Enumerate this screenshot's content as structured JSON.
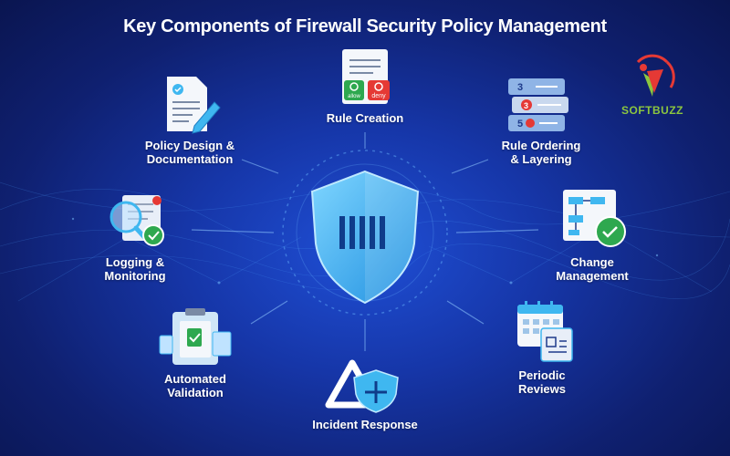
{
  "title": "Key Components of Firewall Security Policy Management",
  "center": {
    "icon": "shield-icon"
  },
  "components": [
    {
      "label": "Rule Creation",
      "icon": "rule-creation-icon",
      "icon_text": [
        "allow",
        "deny"
      ]
    },
    {
      "label_lines": [
        "Policy Design &",
        "Documentation"
      ],
      "icon": "document-pencil-icon"
    },
    {
      "label_lines": [
        "Rule Ordering",
        "& Layering"
      ],
      "icon": "ordered-layers-icon",
      "icon_numbers": [
        "3",
        "3",
        "5"
      ]
    },
    {
      "label_lines": [
        "Logging &",
        "Monitoring"
      ],
      "icon": "magnifier-checklist-icon"
    },
    {
      "label_lines": [
        "Change",
        "Management"
      ],
      "icon": "flowchart-gear-icon"
    },
    {
      "label_lines": [
        "Automated",
        "Validation"
      ],
      "icon": "clipboard-check-icon"
    },
    {
      "label_lines": [
        "Periodic",
        "Reviews"
      ],
      "icon": "calendar-review-icon"
    },
    {
      "label": "Incident Response",
      "icon": "alert-shield-icon"
    }
  ],
  "logo": {
    "text": "SOFTBUZZ",
    "icon": "softbuzz-logo-icon"
  },
  "colors": {
    "accent": "#3fb7f0",
    "danger": "#e53935",
    "success": "#2ea84f",
    "logo": "#8cc63f"
  }
}
